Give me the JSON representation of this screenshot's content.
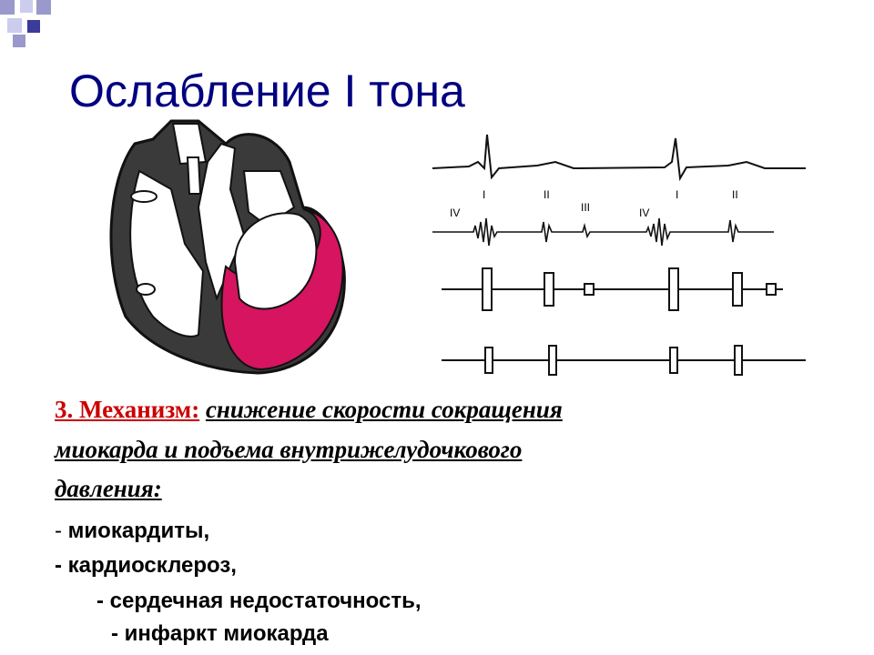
{
  "slide": {
    "title": "Ослабление I тона",
    "mechanism": {
      "label": "3. Механизм:",
      "line1": "снижение скорости сокращения",
      "line2": "миокарда и подъема внутрижелудочкового",
      "line3": "давления:"
    },
    "list": [
      {
        "bullet": "- ",
        "text": "миокардиты,",
        "trailing": "-"
      },
      {
        "bullet": "- ",
        "text": "кардиосклероз,"
      },
      {
        "bullet": "- ",
        "text": "сердечная недостаточность,"
      },
      {
        "bullet": "- ",
        "text": "инфаркт миокарда"
      }
    ]
  },
  "figure": {
    "phono_labels": [
      "IV",
      "I",
      "II",
      "III",
      "IV",
      "I",
      "II"
    ]
  },
  "colors": {
    "title": "#000080",
    "accent_red": "#cc0000",
    "myocardium": "#d6145f",
    "deco_blue": "#3b3b9a"
  }
}
